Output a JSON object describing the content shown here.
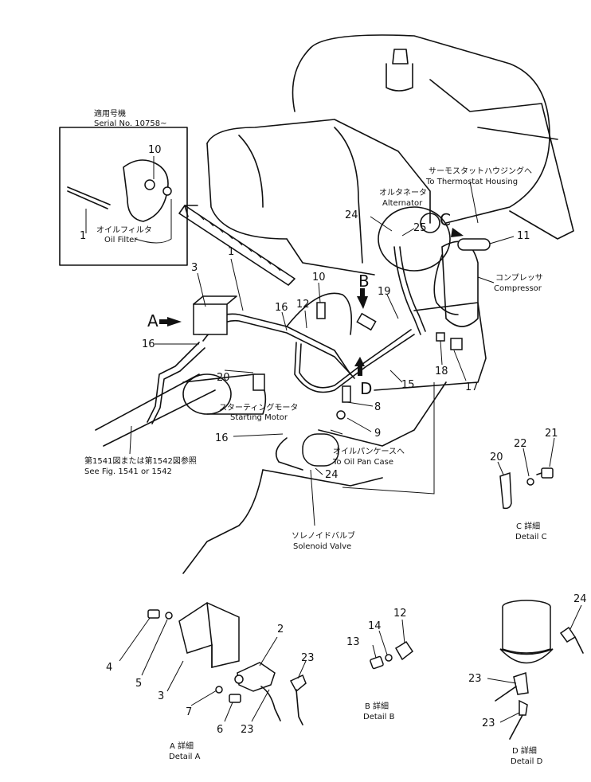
{
  "inset": {
    "title_jp": "適用号機",
    "serial": "Serial No. 10758~",
    "oil_filter_jp": "オイルフィルタ",
    "oil_filter_en": "Oil Filter"
  },
  "labels": {
    "thermostat_jp": "サーモスタットハウジングへ",
    "thermostat_en": "To Thermostat Housing",
    "alternator_jp": "オルタネータ",
    "alternator_en": "Alternator",
    "compressor_jp": "コンプレッサ",
    "compressor_en": "Compressor",
    "starting_motor_jp": "スターティングモータ",
    "starting_motor_en": "Starting Motor",
    "oil_pan_jp": "オイルパンケースへ",
    "oil_pan_en": "To Oil Pan Case",
    "solenoid_jp": "ソレノイドバルブ",
    "solenoid_en": "Solenoid Valve",
    "see_fig_jp": "第1541図または第1542図参照",
    "see_fig_en": "See Fig. 1541 or 1542"
  },
  "views": {
    "a": "A",
    "b": "B",
    "c": "C",
    "d": "D"
  },
  "details": {
    "a_jp": "A 詳細",
    "a_en": "Detail A",
    "b_jp": "B 詳細",
    "b_en": "Detail B",
    "c_jp": "C 詳細",
    "c_en": "Detail C",
    "d_jp": "D 詳細",
    "d_en": "Detail D"
  },
  "callouts": {
    "n1": "1",
    "n2": "2",
    "n3": "3",
    "n4": "4",
    "n5": "5",
    "n6": "6",
    "n7": "7",
    "n8": "8",
    "n9": "9",
    "n10": "10",
    "n11": "11",
    "n12": "12",
    "n13": "13",
    "n14": "14",
    "n15": "15",
    "n16": "16",
    "n17": "17",
    "n18": "18",
    "n19": "19",
    "n20": "20",
    "n21": "21",
    "n22": "22",
    "n23": "23",
    "n24": "24",
    "n25": "25"
  }
}
